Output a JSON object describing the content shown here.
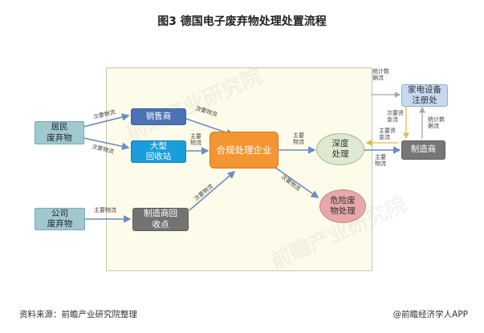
{
  "title": "图3  德国电子废弃物处理处置流程",
  "nodes": {
    "resident": "居民\n废弃物",
    "company": "公司\n废弃物",
    "retailer": "销售商",
    "big_recycle": "大型\n回收站",
    "mfr_recycle": "制造商回\n收点",
    "compliant": "合规处理企业",
    "deep": "深度\n处理",
    "hazard": "危险废\n物处理",
    "manufacturer": "制造商",
    "register": "家电设备\n注册处"
  },
  "edge_labels": {
    "secondary_flow": "次要物流",
    "main_flow": "主要物流",
    "main_flow_stacked": "主要\n物流",
    "stat_data_flow_1": "统计数\n据流",
    "stat_data_flow_2": "统计数\n据流",
    "secondary_fund_flow": "次要资\n金流",
    "main_fund_flow": "主要资\n金流"
  },
  "footer": {
    "source": "资料来源：前瞻产业研究院整理",
    "brand": "@前瞻经济学人APP"
  },
  "watermark": "前瞻产业研究院"
}
